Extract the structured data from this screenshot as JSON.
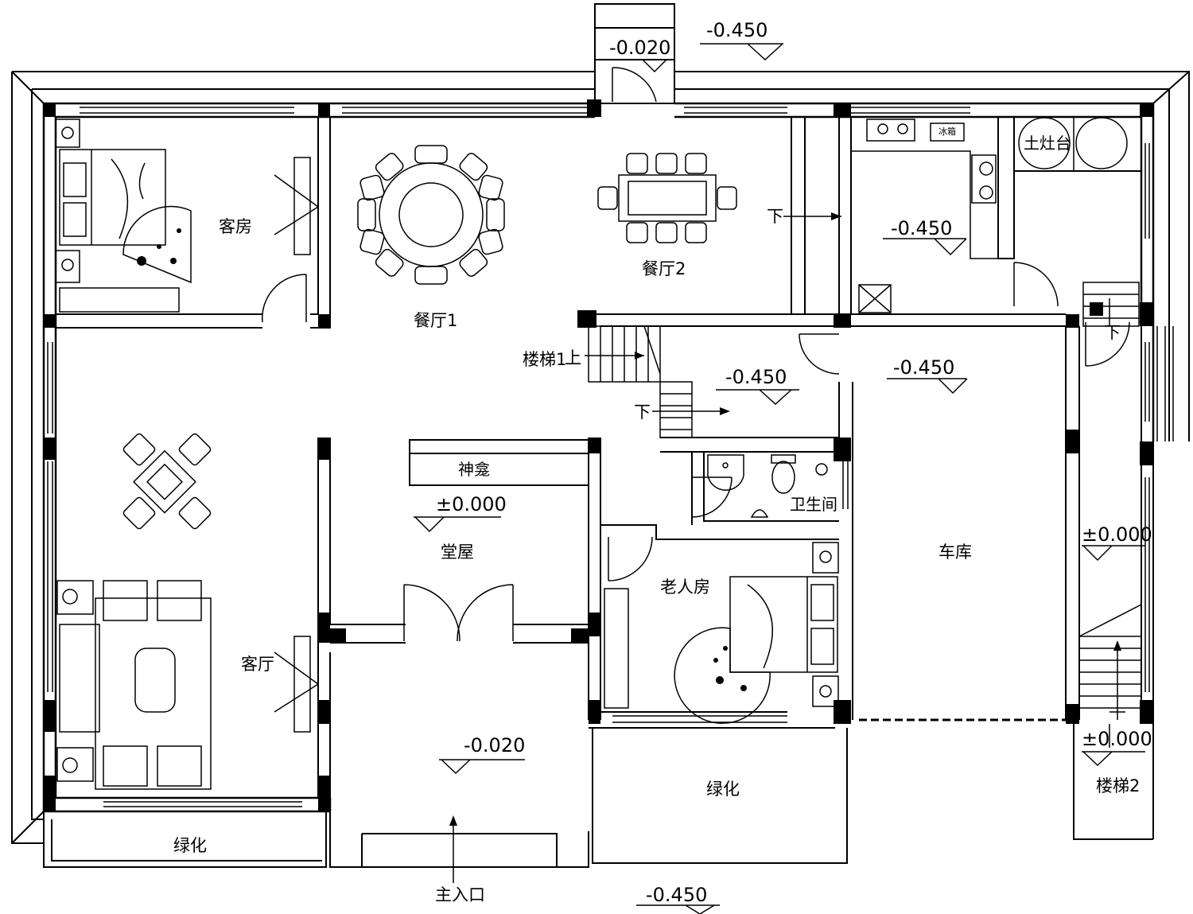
{
  "rooms": {
    "guest_room": "客房",
    "dining_1": "餐厅1",
    "dining_2": "餐厅2",
    "living_room": "客厅",
    "shrine": "神龛",
    "main_hall": "堂屋",
    "elder_room": "老人房",
    "bathroom": "卫生间",
    "garage": "车库",
    "stove": "土灶台",
    "fridge": "冰箱",
    "green_left": "绿化",
    "green_mid": "绿化",
    "main_entrance": "主入口"
  },
  "stairs": {
    "stair1_label": "楼梯1",
    "stair2_label": "楼梯2",
    "up": "上",
    "down": "下"
  },
  "elevations": {
    "top": "-0.450",
    "front_step": "-0.020",
    "kitchen": "-0.450",
    "stair_landing": "-0.450",
    "garage": "-0.450",
    "main_hall": "±0.000",
    "stair2_mid": "±0.000",
    "stair2_low": "±0.000",
    "porch": "-0.020",
    "bottom": "-0.450"
  },
  "style": {
    "line_color": "#000000",
    "background": "#ffffff"
  }
}
